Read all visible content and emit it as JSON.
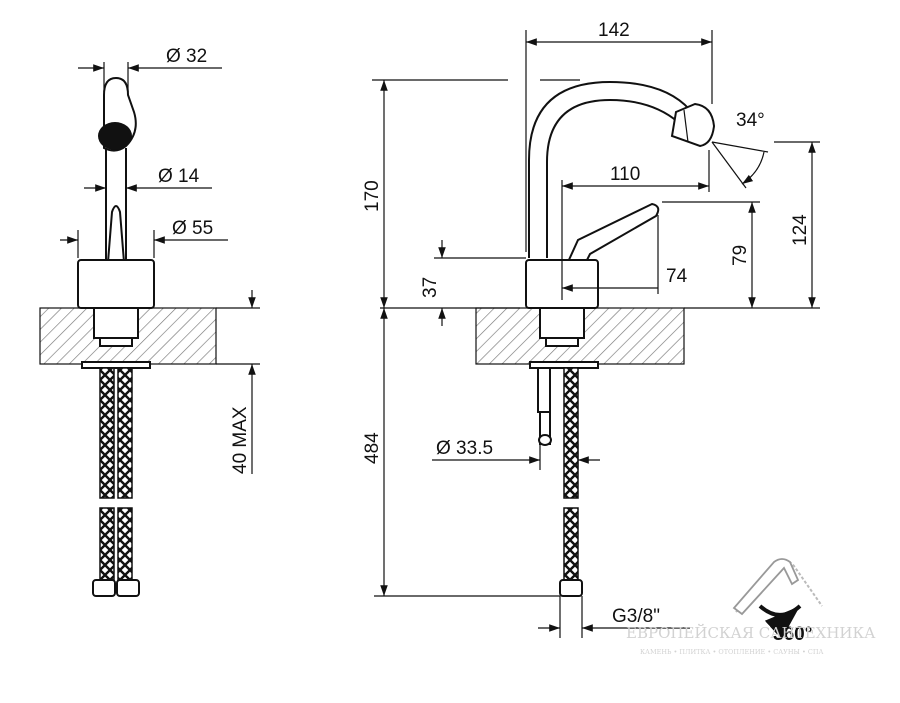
{
  "dimensions": {
    "d32": "Ø 32",
    "d14": "Ø 14",
    "d55": "Ø 55",
    "max40": "40 MAX",
    "w142": "142",
    "a34": "34°",
    "h170": "170",
    "w110": "110",
    "h124": "124",
    "h79": "79",
    "h37": "37",
    "w74": "74",
    "h484": "484",
    "d33_5": "Ø 33.5",
    "thread": "G3/8\"",
    "rotation": "360°"
  },
  "watermark": {
    "title": "ЕВРОПЕЙСКАЯ САНТЕХНИКА",
    "subtitle": "КАМЕНЬ • ПЛИТКА • ОТОПЛЕНИЕ • САУНЫ • СПА"
  }
}
